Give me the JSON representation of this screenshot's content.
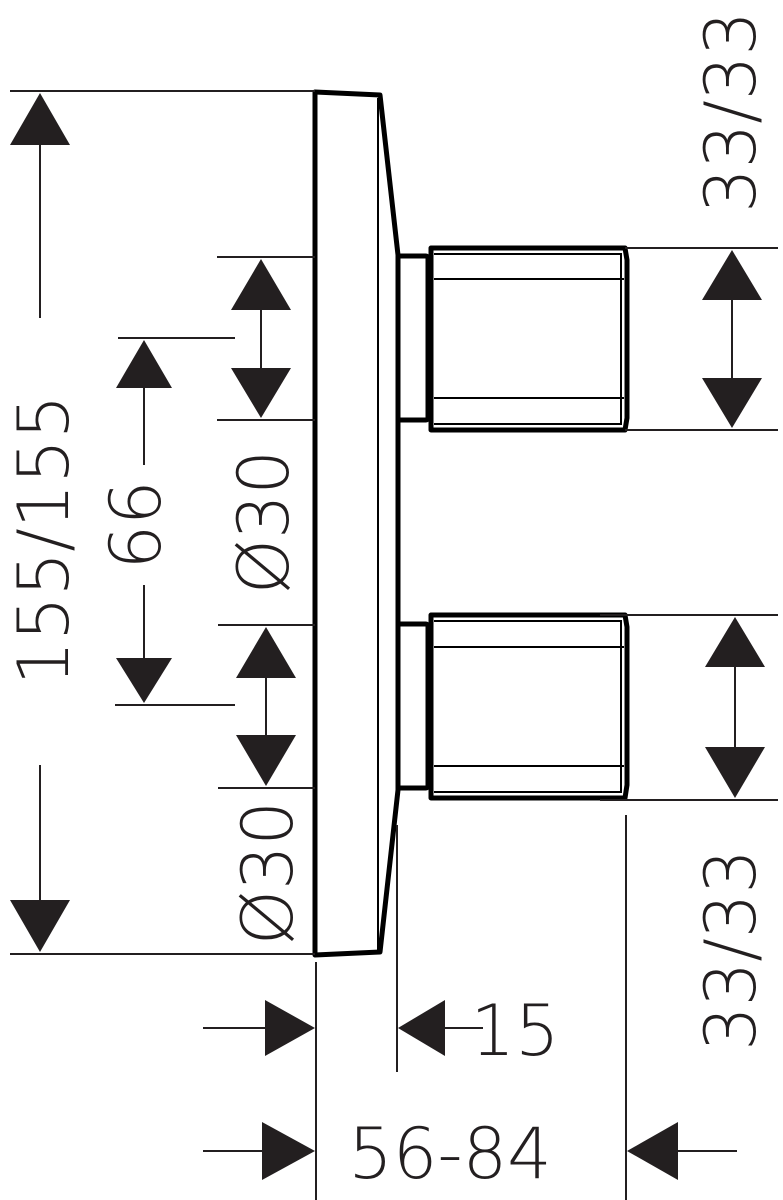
{
  "drawing": {
    "type": "technical-dimension-drawing",
    "subject": "concealed mixer trim with two handles, side view",
    "line_color": "#231f20",
    "background": "#ffffff"
  },
  "dimensions": {
    "overall_height": "155/155",
    "handle_spacing": "66",
    "upper_handle_diameter": "Ø30",
    "lower_handle_diameter": "Ø30",
    "upper_handle_offset": "33/33",
    "lower_handle_offset": "33/33",
    "plate_depth": "15",
    "projection_range": "56-84"
  }
}
